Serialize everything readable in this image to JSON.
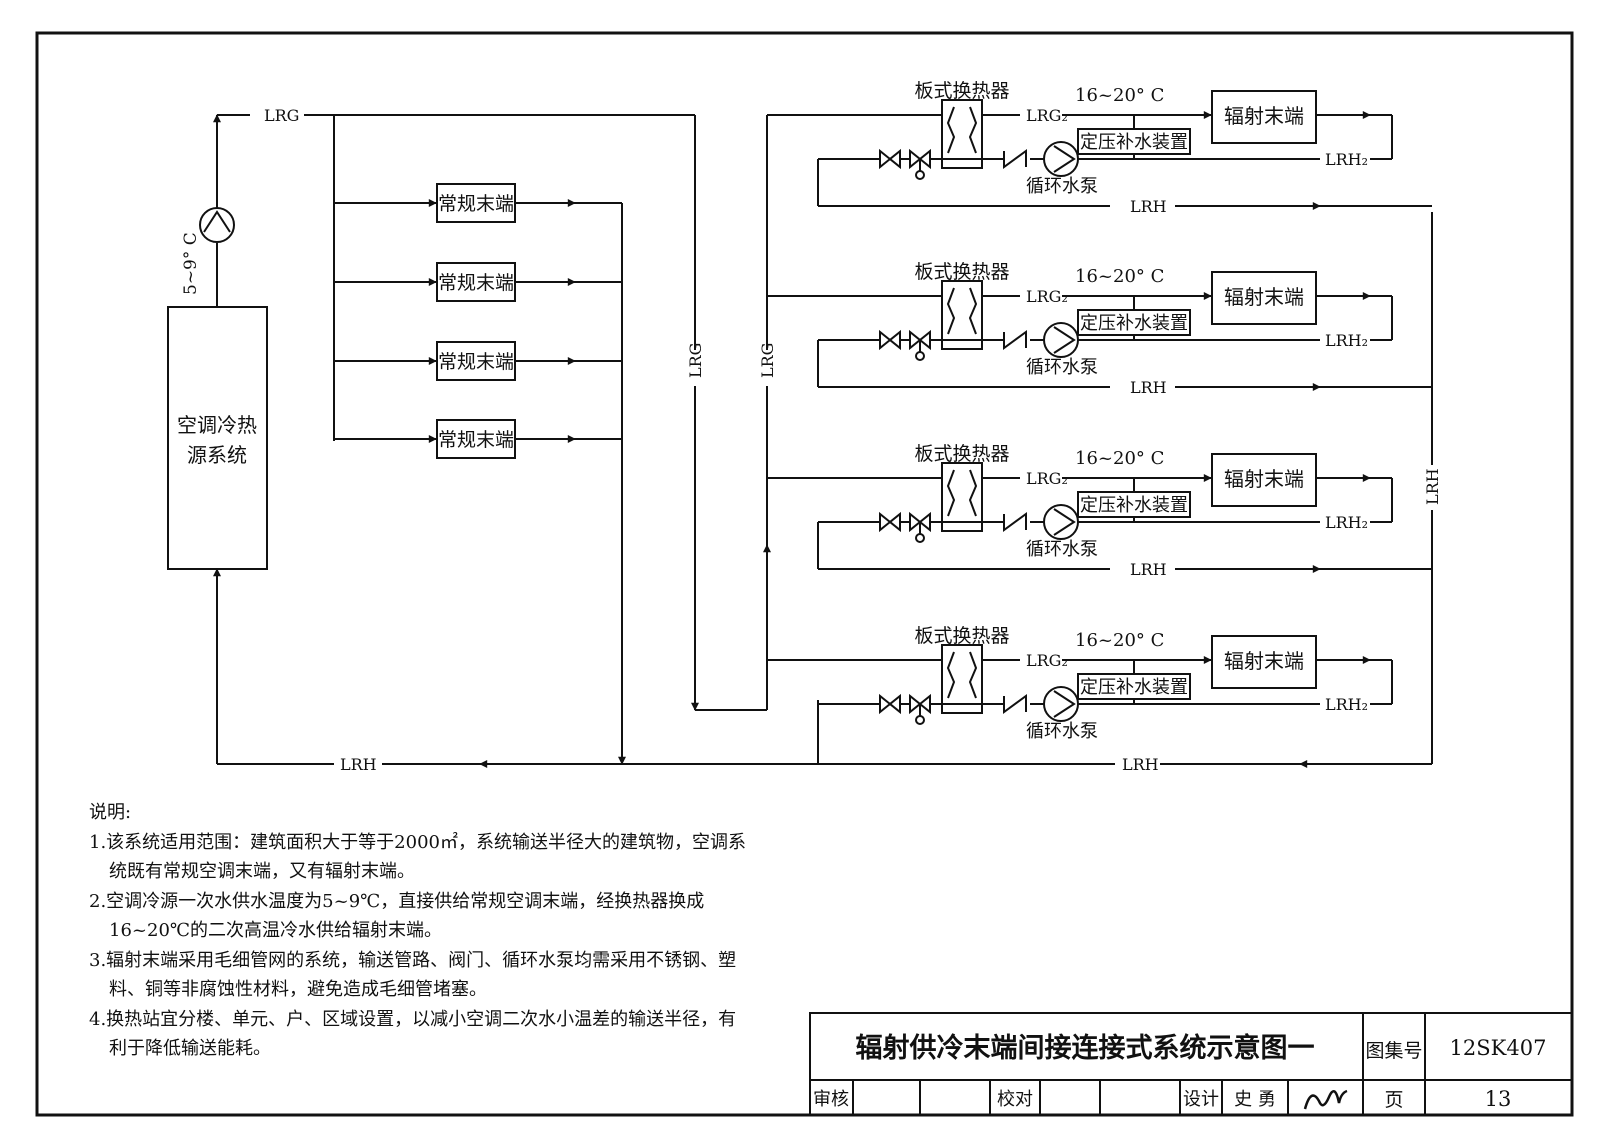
{
  "source": {
    "label": "空调冷热源系统",
    "temp": "5~9° C"
  },
  "pipes": {
    "supply": "LRG",
    "return": "LRH",
    "supply2": "LRG₂",
    "return2": "LRH₂"
  },
  "conventional_terminal": "常规末端",
  "radiant_modules": [
    {
      "hx": "板式换热器",
      "temp": "16~20° C",
      "terminal": "辐射末端",
      "pressure_device": "定压补水装置",
      "pump": "循环水泵"
    },
    {
      "hx": "板式换热器",
      "temp": "16~20° C",
      "terminal": "辐射末端",
      "pressure_device": "定压补水装置",
      "pump": "循环水泵"
    },
    {
      "hx": "板式换热器",
      "temp": "16~20° C",
      "terminal": "辐射末端",
      "pressure_device": "定压补水装置",
      "pump": "循环水泵"
    },
    {
      "hx": "板式换热器",
      "temp": "16~20° C",
      "terminal": "辐射末端",
      "pressure_device": "定压补水装置",
      "pump": "循环水泵"
    }
  ],
  "notes": {
    "title": "说明:",
    "items": [
      "1.该系统适用范围：建筑面积大于等于2000㎡，系统输送半径大的建筑物，空调系统既有常规空调末端，又有辐射末端。",
      "2.空调冷源一次水供水温度为5~9℃，直接供给常规空调末端，经换热器换成16~20℃的二次高温冷水供给辐射末端。",
      "3.辐射末端采用毛细管网的系统，输送管路、阀门、循环水泵均需采用不锈钢、塑料、铜等非腐蚀性材料，避免造成毛细管堵塞。",
      "4.换热站宜分楼、单元、户、区域设置，以减小空调二次水小温差的输送半径，有利于降低输送能耗。"
    ]
  },
  "title_block": {
    "drawing_title": "辐射供冷末端间接连接式系统示意图一",
    "atlas_label": "图集号",
    "atlas_no": "12SK407",
    "review": "审核",
    "check": "校对",
    "design": "设计",
    "designer": "史 勇",
    "page_label": "页",
    "page_no": "13"
  }
}
